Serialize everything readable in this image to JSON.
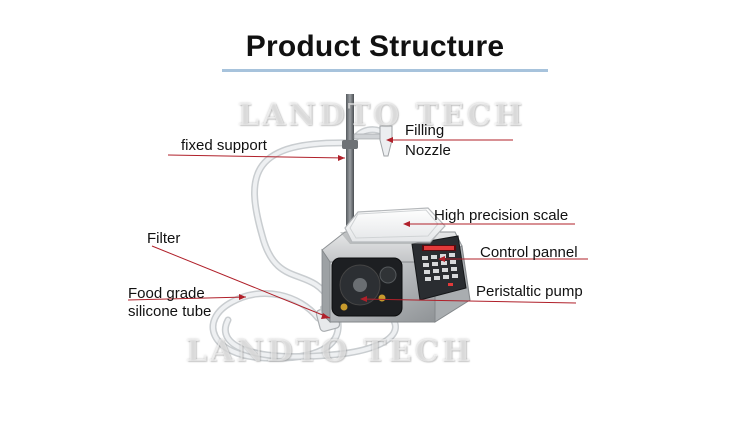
{
  "header": {
    "title": "Product Structure"
  },
  "labels": {
    "fixed_support": "fixed support",
    "filling_nozzle_line1": "Filling",
    "filling_nozzle_line2": "Nozzle",
    "high_precision_scale": "High precision scale",
    "control_pannel": "Control pannel",
    "filter": "Filter",
    "peristaltic_pump": "Peristaltic pump",
    "food_grade_line1": "Food grade",
    "food_grade_line2": "silicone tube"
  },
  "watermarks": {
    "top": "LANDTO TECH",
    "bottom": "LANDTO TECH"
  },
  "colors": {
    "leader_line": "#b0202a",
    "title_rule": "#a7c3dc",
    "machine_steel": "#b9bcbf",
    "display_panel": "#2a2d31",
    "tube": "#e3e6e8"
  }
}
